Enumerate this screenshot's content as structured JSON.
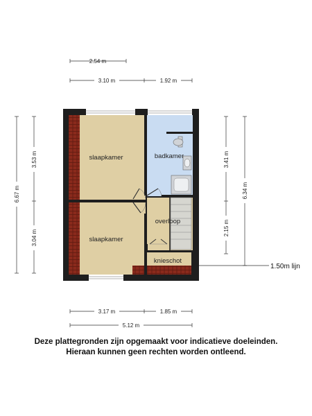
{
  "colors": {
    "wall": "#1e1e1e",
    "room_floor": "#dfcfa4",
    "bathroom_floor": "#c9dcf2",
    "slanted_roof": "#8a2a1c",
    "fixture": "#d0d3d7"
  },
  "dimensions": {
    "top_total": "2.54 m",
    "top_left": "3.10 m",
    "top_right": "1.92 m",
    "left_total": "6.67 m",
    "left_upper": "3.53 m",
    "left_lower": "3.04 m",
    "right_outer": "6.34 m",
    "right_upper": "3.41 m",
    "right_lower": "2.15 m",
    "bottom_left": "3.17 m",
    "bottom_right": "1.85 m",
    "bottom_total": "5.12 m"
  },
  "rooms": {
    "slaapkamer_top": "slaapkamer",
    "badkamer": "badkamer",
    "overloop": "overloop",
    "slaapkamer_bottom": "slaapkamer",
    "knieschot": "knieschot"
  },
  "line_label": "1.50m lijn",
  "disclaimer": {
    "line1": "Deze plattegronden zijn opgemaakt voor indicatieve doeleinden.",
    "line2": "Hieraan kunnen geen rechten worden ontleend."
  }
}
